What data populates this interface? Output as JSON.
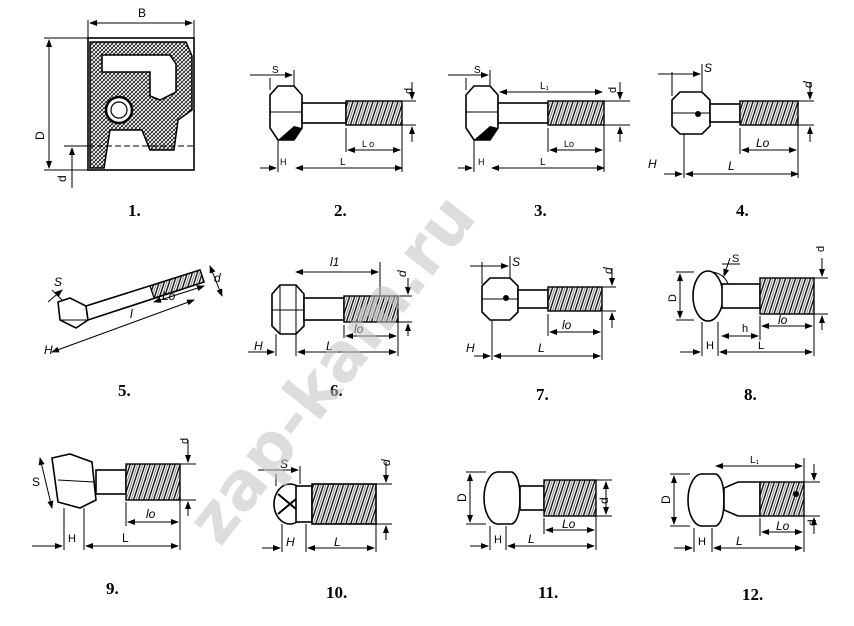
{
  "watermark": "zap-kam.ru",
  "figures": [
    {
      "id": "fig-1",
      "number": "1.",
      "labels": {
        "width": "B",
        "outer": "D",
        "inner": "d"
      }
    },
    {
      "id": "fig-2",
      "number": "2.",
      "labels": {
        "S": "S",
        "H": "H",
        "L": "L",
        "Lo": "L o",
        "d": "d"
      }
    },
    {
      "id": "fig-3",
      "number": "3.",
      "labels": {
        "S": "S",
        "H": "H",
        "L": "L",
        "L1": "L₁",
        "Lo": "Lo",
        "d": "d"
      }
    },
    {
      "id": "fig-4",
      "number": "4.",
      "labels": {
        "S": "S",
        "H": "H",
        "L": "L",
        "Lo": "Lo",
        "d": "d"
      }
    },
    {
      "id": "fig-5",
      "number": "5.",
      "labels": {
        "S": "S",
        "H": "H",
        "L": "l",
        "Lo": "Lo",
        "d": "d"
      }
    },
    {
      "id": "fig-6",
      "number": "6.",
      "labels": {
        "H": "H",
        "L": "L",
        "L1": "l1",
        "Lo": "lo",
        "d": "d"
      }
    },
    {
      "id": "fig-7",
      "number": "7.",
      "labels": {
        "S": "S",
        "H": "H",
        "L": "L",
        "Lo": "lo",
        "d": "d"
      }
    },
    {
      "id": "fig-8",
      "number": "8.",
      "labels": {
        "S": "S",
        "D": "D",
        "H": "H",
        "h": "h",
        "L": "L",
        "Lo": "lo",
        "d": "d"
      }
    },
    {
      "id": "fig-9",
      "number": "9.",
      "labels": {
        "S": "S",
        "H": "H",
        "L": "L",
        "Lo": "lo",
        "d": "d"
      }
    },
    {
      "id": "fig-10",
      "number": "10.",
      "labels": {
        "S": "S",
        "H": "H",
        "L": "L",
        "d": "d"
      }
    },
    {
      "id": "fig-11",
      "number": "11.",
      "labels": {
        "D": "D",
        "H": "H",
        "L": "L",
        "Lo": "Lo",
        "d": "d"
      }
    },
    {
      "id": "fig-12",
      "number": "12.",
      "labels": {
        "D": "D",
        "H": "H",
        "L": "L",
        "L1": "L₁",
        "Lo": "Lo",
        "d": "d"
      }
    }
  ]
}
